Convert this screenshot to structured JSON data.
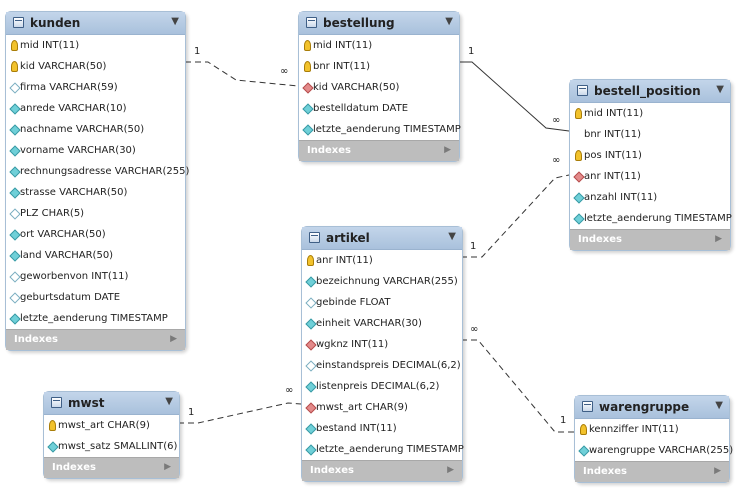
{
  "tables": {
    "kunden": {
      "title": "kunden",
      "columns": [
        {
          "name": "mid INT(11)",
          "icon": "key"
        },
        {
          "name": "kid VARCHAR(50)",
          "icon": "key"
        },
        {
          "name": "firma VARCHAR(59)",
          "icon": "white"
        },
        {
          "name": "anrede VARCHAR(10)",
          "icon": "cyan"
        },
        {
          "name": "nachname VARCHAR(50)",
          "icon": "cyan"
        },
        {
          "name": "vorname VARCHAR(30)",
          "icon": "cyan"
        },
        {
          "name": "rechnungsadresse VARCHAR(255)",
          "icon": "cyan"
        },
        {
          "name": "strasse VARCHAR(50)",
          "icon": "cyan"
        },
        {
          "name": "PLZ CHAR(5)",
          "icon": "white"
        },
        {
          "name": "ort VARCHAR(50)",
          "icon": "cyan"
        },
        {
          "name": "land VARCHAR(50)",
          "icon": "cyan"
        },
        {
          "name": "geworbenvon INT(11)",
          "icon": "white"
        },
        {
          "name": "geburtsdatum DATE",
          "icon": "white"
        },
        {
          "name": "letzte_aenderung TIMESTAMP",
          "icon": "cyan"
        }
      ],
      "footer": "Indexes"
    },
    "bestellung": {
      "title": "bestellung",
      "columns": [
        {
          "name": "mid INT(11)",
          "icon": "key"
        },
        {
          "name": "bnr INT(11)",
          "icon": "key"
        },
        {
          "name": "kid VARCHAR(50)",
          "icon": "red"
        },
        {
          "name": "bestelldatum DATE",
          "icon": "cyan"
        },
        {
          "name": "letzte_aenderung TIMESTAMP",
          "icon": "cyan"
        }
      ],
      "footer": "Indexes"
    },
    "bestell_position": {
      "title": "bestell_position",
      "columns": [
        {
          "name": "mid INT(11)",
          "icon": "key"
        },
        {
          "name": "bnr INT(11)",
          "icon": "none"
        },
        {
          "name": "pos INT(11)",
          "icon": "key"
        },
        {
          "name": "anr INT(11)",
          "icon": "red"
        },
        {
          "name": "anzahl INT(11)",
          "icon": "cyan"
        },
        {
          "name": "letzte_aenderung TIMESTAMP",
          "icon": "cyan"
        }
      ],
      "footer": "Indexes"
    },
    "artikel": {
      "title": "artikel",
      "columns": [
        {
          "name": "anr INT(11)",
          "icon": "key"
        },
        {
          "name": "bezeichnung VARCHAR(255)",
          "icon": "cyan"
        },
        {
          "name": "gebinde FLOAT",
          "icon": "white"
        },
        {
          "name": "einheit VARCHAR(30)",
          "icon": "cyan"
        },
        {
          "name": "wgknz INT(11)",
          "icon": "red"
        },
        {
          "name": "einstandspreis DECIMAL(6,2)",
          "icon": "white"
        },
        {
          "name": "listenpreis DECIMAL(6,2)",
          "icon": "cyan"
        },
        {
          "name": "mwst_art CHAR(9)",
          "icon": "red"
        },
        {
          "name": "bestand INT(11)",
          "icon": "cyan"
        },
        {
          "name": "letzte_aenderung TIMESTAMP",
          "icon": "cyan"
        }
      ],
      "footer": "Indexes"
    },
    "mwst": {
      "title": "mwst",
      "columns": [
        {
          "name": "mwst_art CHAR(9)",
          "icon": "key"
        },
        {
          "name": "mwst_satz SMALLINT(6)",
          "icon": "cyan"
        }
      ],
      "footer": "Indexes"
    },
    "warengruppe": {
      "title": "warengruppe",
      "columns": [
        {
          "name": "kennziffer INT(11)",
          "icon": "key"
        },
        {
          "name": "warengruppe VARCHAR(255)",
          "icon": "cyan"
        }
      ],
      "footer": "Indexes"
    }
  },
  "relations": [
    {
      "id": "kunden-bestellung",
      "from_card": "1",
      "to_card": "∞"
    },
    {
      "id": "bestellung-position",
      "from_card": "1",
      "to_card": "∞"
    },
    {
      "id": "artikel-position",
      "from_card": "1",
      "to_card": "∞"
    },
    {
      "id": "mwst-artikel",
      "from_card": "1",
      "to_card": "∞"
    },
    {
      "id": "artikel-warengruppe",
      "from_card": "∞",
      "to_card": "1"
    }
  ],
  "colors": {
    "header": "#a9c1dc",
    "footer": "#bdbdbd",
    "line": "#333333"
  }
}
